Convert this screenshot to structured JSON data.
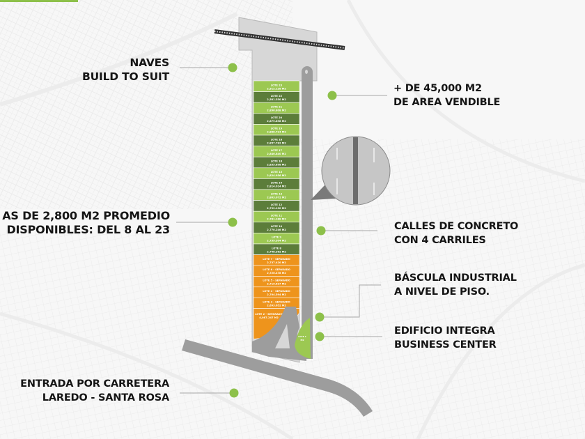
{
  "colors": {
    "accent_green": "#8dc04a",
    "lot_light": "#9cc852",
    "lot_dark": "#5c7d3a",
    "lot_orange": "#ee941c",
    "road_gray": "#9d9d9d",
    "site_gray": "#d7d7d7",
    "text": "#151515"
  },
  "callouts": {
    "naves": {
      "line1": "NAVES",
      "line2": "BUILD TO SUIT"
    },
    "area": {
      "line1": "+ DE 45,000 M2",
      "line2": "DE AREA VENDIBLE"
    },
    "lotes": {
      "line1": "AS DE 2,800 M2 PROMEDIO",
      "line2": "DISPONIBLES: DEL 8 AL 23"
    },
    "calles": {
      "line1": "CALLES DE CONCRETO",
      "line2": "CON 4 CARRILES"
    },
    "bascula": {
      "line1": "BÁSCULA INDUSTRIAL",
      "line2": "A NIVEL DE PISO."
    },
    "edificio": {
      "line1": "EDIFICIO INTEGRA",
      "line2": "BUSINESS CENTER"
    },
    "entrada": {
      "line1": "ENTRADA POR CARRETERA",
      "line2": "LAREDO - SANTA ROSA"
    }
  },
  "lots": [
    {
      "name": "LOTE 23",
      "area": "2,512.128 M2",
      "status": "available"
    },
    {
      "name": "LOTE 22",
      "area": "2,581.550 M2",
      "status": "available"
    },
    {
      "name": "LOTE 21",
      "area": "2,890.808 M2",
      "status": "available"
    },
    {
      "name": "LOTE 20",
      "area": "2,879.898 M2",
      "status": "available"
    },
    {
      "name": "LOTE 19",
      "area": "2,888.724 M2",
      "status": "available"
    },
    {
      "name": "LOTE 18",
      "area": "2,857.782 M2",
      "status": "available"
    },
    {
      "name": "LOTE 17",
      "area": "2,846.840 M2",
      "status": "available"
    },
    {
      "name": "LOTE 16",
      "area": "2,835.898 M2",
      "status": "available"
    },
    {
      "name": "LOTE 15",
      "area": "2,824.956 M2",
      "status": "available"
    },
    {
      "name": "LOTE 14",
      "area": "2,814.014 M2",
      "status": "available"
    },
    {
      "name": "LOTE 13",
      "area": "2,803.072 M2",
      "status": "available"
    },
    {
      "name": "LOTE 12",
      "area": "2,792.130 M2",
      "status": "available"
    },
    {
      "name": "LOTE 11",
      "area": "2,781.188 M2",
      "status": "available"
    },
    {
      "name": "LOTE 10",
      "area": "2,770.246 M2",
      "status": "available"
    },
    {
      "name": "LOTE 9",
      "area": "2,759.304 M2",
      "status": "available"
    },
    {
      "name": "LOTE 8",
      "area": "2,748.362 M2",
      "status": "available"
    },
    {
      "name": "LOTE 7 - SEPARADO",
      "area": "2,737.420 M2",
      "status": "reserved"
    },
    {
      "name": "LOTE 6 - SEPARADO",
      "area": "2,726.478 M2",
      "status": "reserved"
    },
    {
      "name": "LOTE 5 - SEPARADO",
      "area": "2,715.537 M2",
      "status": "reserved"
    },
    {
      "name": "LOTE 4 - SEPARADO",
      "area": "2,704.594 M2",
      "status": "reserved"
    },
    {
      "name": "LOTE 3 - SEPARADO",
      "area": "2,693.652 M2",
      "status": "reserved"
    },
    {
      "name": "LOTE 2 - SEPARADO",
      "area": "4,087.247 M2",
      "status": "reserved"
    }
  ],
  "lot1": {
    "name": "LOTE 1",
    "area": "M2"
  }
}
